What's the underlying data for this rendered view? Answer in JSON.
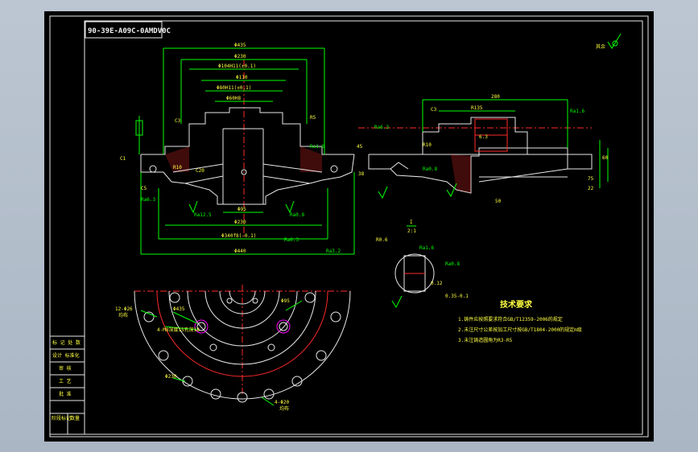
{
  "title_block": {
    "code": "90-39E-A09C-0AMDV0C"
  },
  "roughness": {
    "label": "其余"
  },
  "section_view": {
    "label": "I",
    "scale": "2:1"
  },
  "main_view_dims": {
    "d1": "Φ435",
    "d2": "Φ230",
    "d3": "Φ104H11(±0.1)",
    "d4": "Φ110",
    "d5": "Φ80H11(±0.1)",
    "d6": "Φ60H8",
    "d7": "Φ95",
    "d8": "Φ230",
    "d9": "Φ340f8(-0.1)",
    "d10": "Φ440",
    "c1": "C3",
    "c2": "C1",
    "c3": "C5",
    "r1": "R10",
    "r2": "C20",
    "r3": "R5",
    "a1": "Ra6.3",
    "a2": "Ra12.5",
    "a3": "Ra0.8",
    "a4": "Ra6.3",
    "a5": "Ra3.2",
    "a6": "Ra1.6"
  },
  "side_view_dims": {
    "d1": "280",
    "d2": "R135",
    "d3": "C3",
    "d4": "60",
    "d5": "45",
    "d6": "38",
    "d7": "6.3",
    "d8": "R10",
    "d9": "Ra1.6",
    "d10": "Ra6.3",
    "d11": "Ra0.8",
    "d12": "75",
    "d13": "22",
    "d14": "50"
  },
  "detail_dims": {
    "d1": "R0.6",
    "d2": "Ra1.6",
    "d3": "Ra0.8",
    "d4": "0.12",
    "d5": "0.35-0.1"
  },
  "bottom_view_dims": {
    "d1": "12-Φ26",
    "d2": "均布",
    "d3": "Φ435",
    "d4": "4-M8深度15孔深18",
    "d5": "Φ95",
    "d6": "Φ230",
    "d7": "4-Φ20",
    "d8": "均布"
  },
  "tech_req": {
    "title": "技术要求",
    "items": [
      "1.铸件应按照要求符合GB/T12359-2006的规定",
      "2.未注尺寸公差按加工尺寸按GB/T1804-2000的规定m级",
      "3.未注铸造圆角为R3-R5"
    ]
  },
  "revision_table": {
    "rows": [
      "标 记 处 数",
      "设计 标准化",
      "审 核",
      "工 艺",
      "批 准",
      "阶段标记",
      "数量"
    ]
  },
  "colors": {
    "line_green": "#00ff00",
    "line_white": "#e8e8e8",
    "line_red": "#ff2a2a",
    "text_yellow": "#ffff40"
  }
}
